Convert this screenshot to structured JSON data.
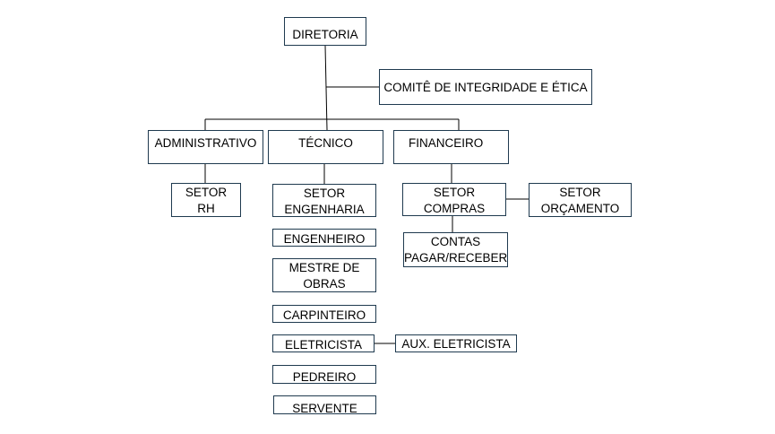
{
  "org": {
    "diretoria": "DIRETORIA",
    "comite": "COMITÊ DE INTEGRIDADE E ÉTICA",
    "administrativo": "ADMINISTRATIVO",
    "tecnico": "TÉCNICO",
    "financeiro": "FINANCEIRO",
    "setor_rh": "SETOR\nRH",
    "setor_engenharia": "SETOR\nENGENHARIA",
    "engenheiro": "ENGENHEIRO",
    "mestre_obras": "MESTRE DE\nOBRAS",
    "carpinteiro": "CARPINTEIRO",
    "eletricista": "ELETRICISTA",
    "aux_eletricista": "AUX. ELETRICISTA",
    "pedreiro": "PEDREIRO",
    "servente": "SERVENTE",
    "setor_compras": "SETOR\nCOMPRAS",
    "setor_orcamento": "SETOR\nORÇAMENTO",
    "contas_pagar_receber": "CONTAS\nPAGAR/RECEBER"
  }
}
